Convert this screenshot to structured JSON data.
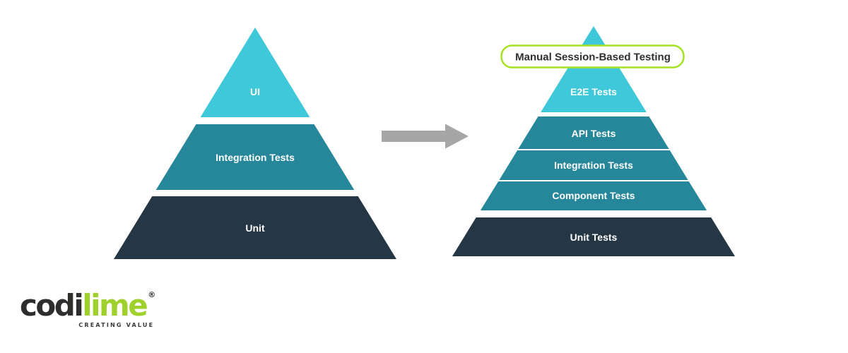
{
  "colors": {
    "cyan": "#3fc7da",
    "teal": "#27879a",
    "dark_navy": "#253645",
    "arrow_gray": "#a6a6a6",
    "annotation_border_green": "#a4e321",
    "logo_green": "#9fd12d",
    "logo_dark": "#2e2e2d"
  },
  "icons": {
    "transform_arrow": "arrow-right"
  },
  "left_pyramid": {
    "tiers": [
      {
        "label": "UI"
      },
      {
        "label": "Integration Tests"
      },
      {
        "label": "Unit"
      }
    ]
  },
  "right_pyramid": {
    "annotation": {
      "label": "Manual Session-Based Testing"
    },
    "tiers": [
      {
        "label": "E2E Tests"
      },
      {
        "label": "API Tests"
      },
      {
        "label": "Integration Tests"
      },
      {
        "label": "Component Tests"
      },
      {
        "label": "Unit Tests"
      }
    ]
  },
  "logo": {
    "brand_prefix": "codi",
    "brand_suffix": "lime",
    "registered_mark": "®",
    "tagline": "CREATING VALUE"
  }
}
